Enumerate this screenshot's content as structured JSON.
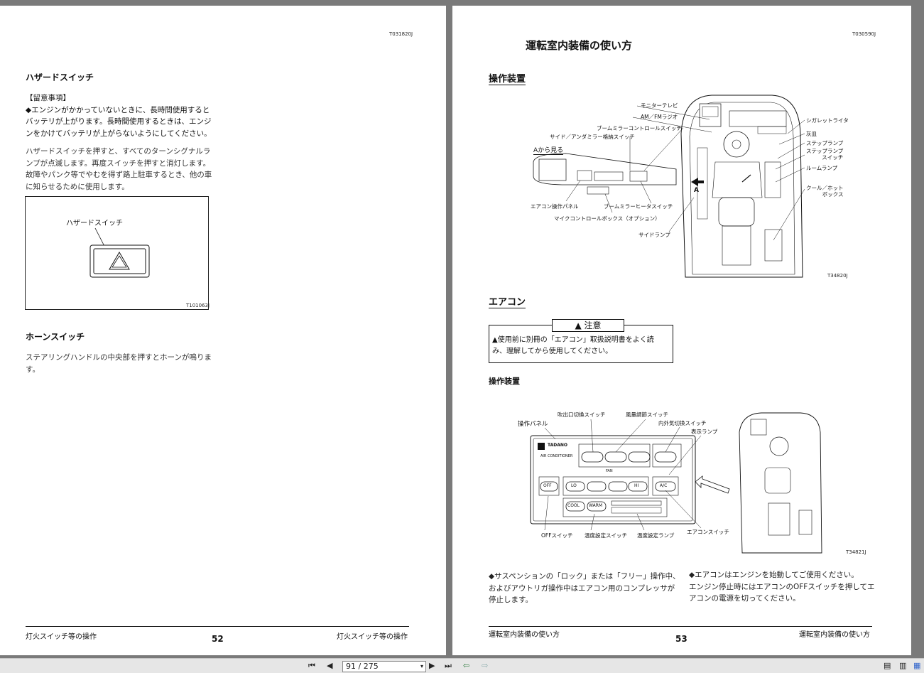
{
  "left_page": {
    "code": "T031820J",
    "hazard_title": "ハザードスイッチ",
    "notice_label": "【留意事項】",
    "notice_lines": [
      "◆エンジンがかかっていないときに、長時間使用すると",
      "バッテリが上がります。長時間使用するときは、エンジ",
      "ンをかけてバッテリが上がらないようにしてください。"
    ],
    "desc_lines": [
      "ハザードスイッチを押すと、すべてのターンシグナルラ",
      "ンプが点滅します。再度スイッチを押すと消灯します。",
      "故障やパンク等でやむを得ず路上駐車するとき、他の車",
      "に知らせるために使用します。"
    ],
    "figure_label": "ハザードスイッチ",
    "figure_code": "T101063J",
    "horn_title": "ホーンスイッチ",
    "horn_lines": [
      "ステアリングハンドルの中央部を押すとホーンが鳴りま",
      "す。"
    ],
    "footer_left": "灯火スイッチ等の操作",
    "page_number": "52",
    "footer_right": "灯火スイッチ等の操作"
  },
  "right_page": {
    "code": "T030590J",
    "main_title": "運転室内装備の使い方",
    "section1": "操作装置",
    "fig1": {
      "view_label": "Aから見る",
      "arrow_label": "A",
      "labels": {
        "monitor": "モニターテレビ",
        "radio": "AM／FMラジオ",
        "boom_mirror_control": "ブームミラーコントロールスイッチ",
        "side_mirror_store": "サイド／アンダミラー格納スイッチ",
        "cigarette": "シガレットライタ",
        "ashtray": "灰皿",
        "step_lamp": "ステップランプ",
        "step_lamp_switch": "ステップランプ\nスイッチ",
        "room_lamp": "ルームランプ",
        "cool_hot_box": "クール／ホット\nボックス",
        "aircon_panel": "エアコン操作パネル",
        "boom_mirror_heater": "ブームミラーヒータスイッチ",
        "mic_control": "マイクコントロールボックス（オプション）",
        "side_lamp": "サイドランプ"
      },
      "code": "T34820J"
    },
    "section2": "エアコン",
    "caution_title": "注意",
    "caution_lines": [
      "使用前に別冊の「エアコン」取扱説明書をよく読",
      "み、理解してから使用してください。"
    ],
    "section3": "操作装置",
    "fig2": {
      "labels": {
        "outlet_switch": "吹出口切換スイッチ",
        "fan_switch": "風量調節スイッチ",
        "in_out_switch": "内外気切換スイッチ",
        "indicator": "表示ランプ",
        "panel": "操作パネル",
        "off_switch": "OFFスイッチ",
        "temp_switch": "温度設定スイッチ",
        "temp_lamp": "温度設定ランプ",
        "ac_switch": "エアコンスイッチ"
      },
      "panel_text": {
        "brand": "TADANO",
        "subtitle": "AIR CONDITIONER",
        "fan": "FAN",
        "off": "OFF",
        "lo": "LO",
        "hi": "HI",
        "ac": "A/C",
        "cool": "COOL",
        "warm": "WARM"
      },
      "code": "T34821J"
    },
    "note1_lines": [
      "◆サスペンションの「ロック」または「フリー」操作中、",
      "およびアウトリガ操作中はエアコン用のコンプレッサが",
      "停止します。"
    ],
    "note2_lines": [
      "◆エアコンはエンジンを始動してご使用ください。",
      "エンジン停止時にはエアコンのOFFスイッチを押してエ",
      "アコンの電源を切ってください。"
    ],
    "footer_left": "運転室内装備の使い方",
    "page_number": "53",
    "footer_right": "運転室内装備の使い方"
  },
  "toolbar": {
    "page_indicator": "91 / 275"
  }
}
